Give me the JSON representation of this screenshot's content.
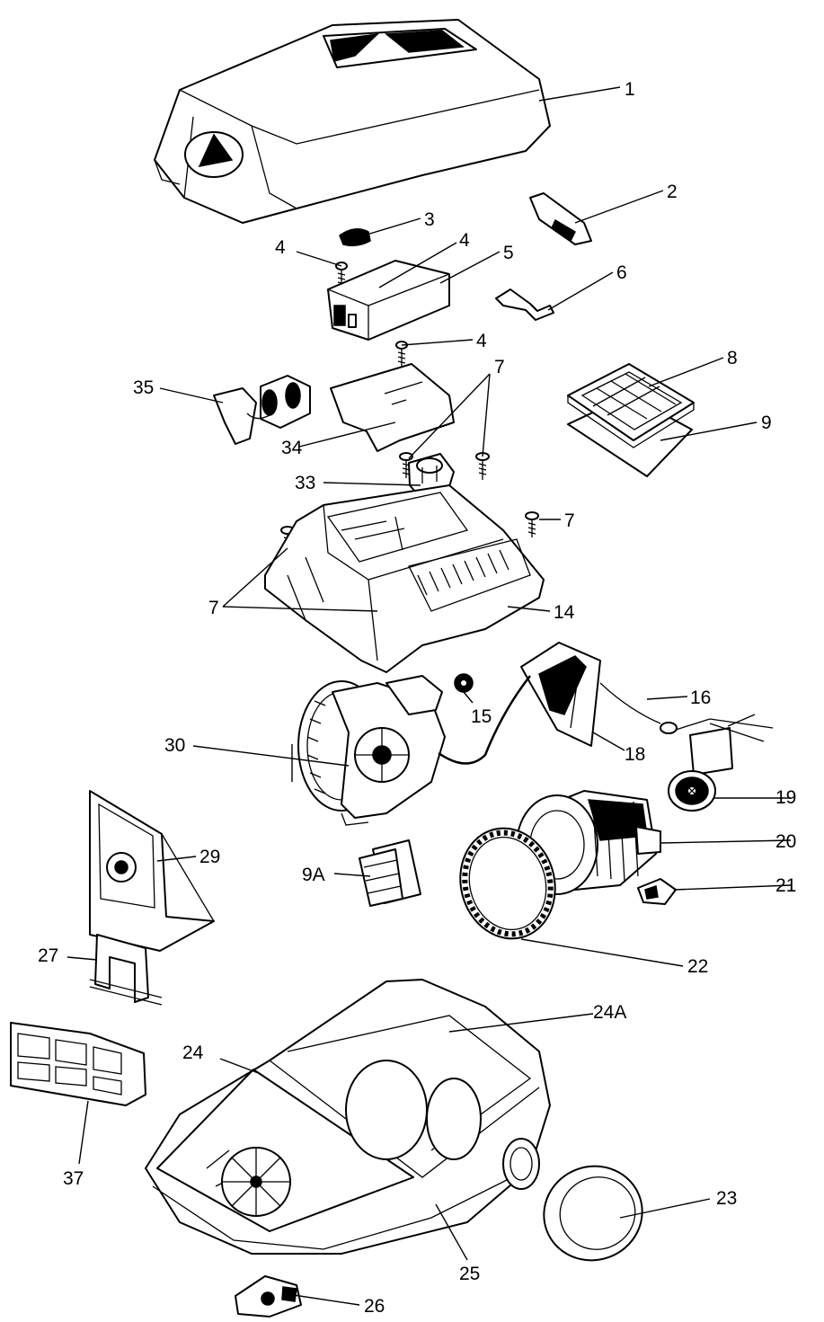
{
  "callouts": [
    {
      "id": "c1",
      "text": "1"
    },
    {
      "id": "c2",
      "text": "2"
    },
    {
      "id": "c3",
      "text": "3"
    },
    {
      "id": "c4a",
      "text": "4"
    },
    {
      "id": "c4b",
      "text": "4"
    },
    {
      "id": "c4c",
      "text": "4"
    },
    {
      "id": "c5",
      "text": "5"
    },
    {
      "id": "c6",
      "text": "6"
    },
    {
      "id": "c7a",
      "text": "7"
    },
    {
      "id": "c7b",
      "text": "7"
    },
    {
      "id": "c7c",
      "text": "7"
    },
    {
      "id": "c8",
      "text": "8"
    },
    {
      "id": "c9",
      "text": "9"
    },
    {
      "id": "c9A",
      "text": "9A"
    },
    {
      "id": "c14",
      "text": "14"
    },
    {
      "id": "c15",
      "text": "15"
    },
    {
      "id": "c16",
      "text": "16"
    },
    {
      "id": "c18",
      "text": "18"
    },
    {
      "id": "c19",
      "text": "19"
    },
    {
      "id": "c20",
      "text": "20"
    },
    {
      "id": "c21",
      "text": "21"
    },
    {
      "id": "c22",
      "text": "22"
    },
    {
      "id": "c23",
      "text": "23"
    },
    {
      "id": "c24",
      "text": "24"
    },
    {
      "id": "c24A",
      "text": "24A"
    },
    {
      "id": "c25",
      "text": "25"
    },
    {
      "id": "c26",
      "text": "26"
    },
    {
      "id": "c27",
      "text": "27"
    },
    {
      "id": "c29",
      "text": "29"
    },
    {
      "id": "c30",
      "text": "30"
    },
    {
      "id": "c33",
      "text": "33"
    },
    {
      "id": "c34",
      "text": "34"
    },
    {
      "id": "c35",
      "text": "35"
    },
    {
      "id": "c37",
      "text": "37"
    }
  ]
}
